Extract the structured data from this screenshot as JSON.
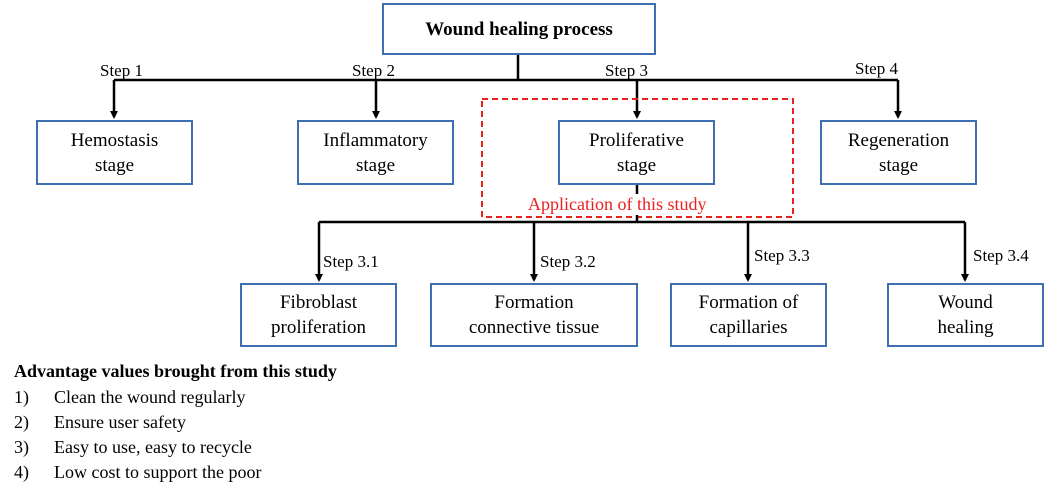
{
  "root": {
    "label": "Wound healing process"
  },
  "steps": [
    {
      "step": "Step 1",
      "label": "Hemostasis\nstage"
    },
    {
      "step": "Step 2",
      "label": "Inflammatory\nstage"
    },
    {
      "step": "Step 3",
      "label": "Proliferative\nstage"
    },
    {
      "step": "Step 4",
      "label": "Regeneration\nstage"
    }
  ],
  "substeps": [
    {
      "step": "Step 3.1",
      "label": "Fibroblast\nproliferation"
    },
    {
      "step": "Step 3.2",
      "label": "Formation\nconnective tissue"
    },
    {
      "step": "Step 3.3",
      "label": "Formation of\ncapillaries"
    },
    {
      "step": "Step 3.4",
      "label": "Wound\nhealing"
    }
  ],
  "application_label": "Application of this study",
  "advantages": {
    "title": "Advantage values brought from this study",
    "items": [
      {
        "num": "1)",
        "text": "Clean the wound regularly"
      },
      {
        "num": "2)",
        "text": "Ensure user safety"
      },
      {
        "num": "3)",
        "text": "Easy to use, easy to recycle"
      },
      {
        "num": "4)",
        "text": "Low cost to support the poor"
      }
    ]
  },
  "colors": {
    "box_border": "#3f6fb2",
    "highlight": "#e8211f",
    "connector": "#000000"
  }
}
